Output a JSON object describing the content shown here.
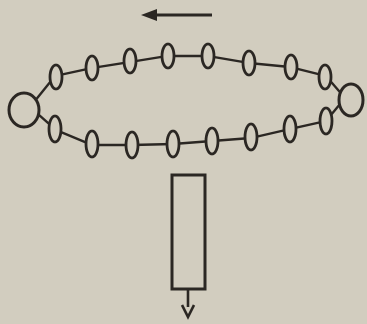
{
  "figure": {
    "description_icons": [
      "ring-of-disks",
      "rotation-arrow-left",
      "outlet-tube",
      "outflow-arrow-down"
    ],
    "colors": {
      "background": "#d2cdbf",
      "ink": "#2b2723"
    }
  }
}
